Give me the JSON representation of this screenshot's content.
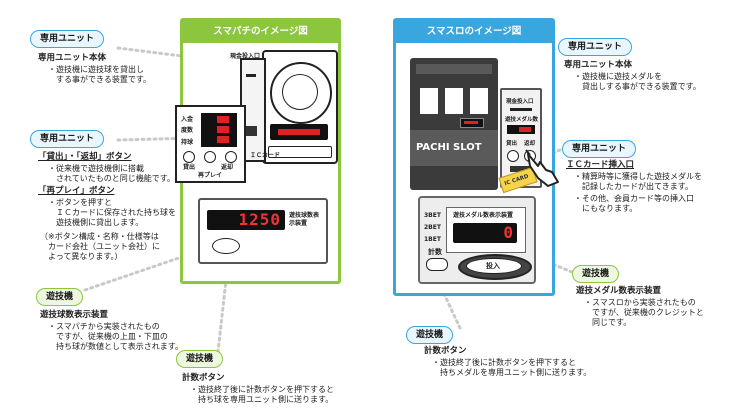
{
  "pachi": {
    "title": "スマパチのイメージ図",
    "cash_slot": "現金投入口",
    "ic_card": "ＩＣカード",
    "mini_labels": [
      "入金",
      "度数",
      "持球"
    ],
    "buttons": [
      "貸出",
      "返却",
      "再プレイ"
    ],
    "display_label": "遊技球数表示装置",
    "display_digits": "1250"
  },
  "slot": {
    "title": "スマスロのイメージ図",
    "brand": "PACHI SLOT",
    "cash_slot": "現金投入口",
    "medal_label": "遊技メダル数",
    "side_labels": [
      "貸出",
      "返却"
    ],
    "card_text": "IC CARD",
    "display_label": "遊技メダル数表示装置",
    "bet_labels": [
      "3BET",
      "2BET",
      "1BET"
    ],
    "count_label": "計数",
    "insert_label": "投入",
    "display_digits": "0"
  },
  "left_notes": {
    "unit1_tag": "専用ユニット",
    "unit1_title": "専用ユニット本体",
    "unit1_lines": [
      "・遊技機に遊技球を貸出し",
      "　する事ができる装置です。"
    ],
    "unit2_tag": "専用ユニット",
    "btn1_title": "「貸出」・「返却」ボタン",
    "btn1_lines": [
      "・従来機で遊技機側に搭載",
      "　されていたものと同じ機能です。"
    ],
    "btn2_title": "「再プレイ」ボタン",
    "btn2_lines": [
      "・ボタンを押すと",
      "　ＩＣカードに保存された持ち球を",
      "　遊技機側に貸出します。"
    ],
    "note_lines": [
      "（※ボタン構成・名称・仕様等は",
      "　カード会社（ユニット会社）に",
      "　よって異なります。）"
    ],
    "machine1_tag": "遊技機",
    "machine1_title": "遊技球数表示装置",
    "machine1_lines": [
      "・スマパチから実装されたもの",
      "　ですが、従来機の上皿・下皿の",
      "　持ち球が数値として表示されます。"
    ],
    "machine2_tag": "遊技機",
    "machine2_title": "計数ボタン",
    "machine2_lines": [
      "・遊技終了後に計数ボタンを押下すると",
      "　持ち球を専用ユニット側に送ります。"
    ]
  },
  "right_notes": {
    "unit1_tag": "専用ユニット",
    "unit1_title": "専用ユニット本体",
    "unit1_lines": [
      "・遊技機に遊技メダルを",
      "　貸出しする事ができる装置です。"
    ],
    "unit2_tag": "専用ユニット",
    "ic_title": "ＩＣカード挿入口",
    "ic_lines": [
      "・精算時等に獲得した遊技メダルを",
      "　記録したカードが出てきます。",
      "・その他、会員カード等の挿入口",
      "　にもなります。"
    ],
    "machine1_tag": "遊技機",
    "machine1_title": "遊技メダル数表示装置",
    "machine1_lines": [
      "・スマスロから実装されたもの",
      "　ですが、従来機のクレジットと",
      "　同じです。"
    ],
    "machine2_tag": "遊技機",
    "machine2_title": "計数ボタン",
    "machine2_lines": [
      "・遊技終了後に計数ボタンを押下すると",
      "　持ちメダルを専用ユニット側に送ります。"
    ]
  },
  "colors": {
    "green": "#8cc63f",
    "blue": "#3aa6de",
    "segment_red": "#ee3333"
  }
}
